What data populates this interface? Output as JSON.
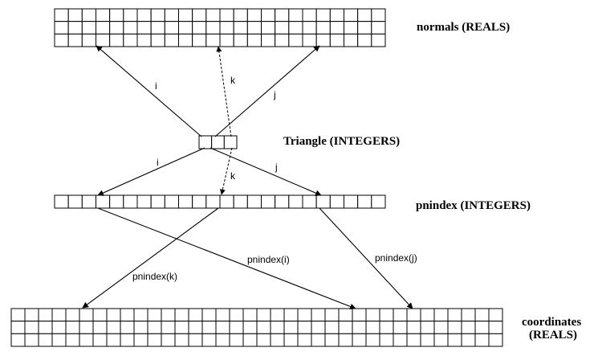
{
  "arrays": {
    "normals": {
      "label": "normals (REALS)",
      "rows": 3,
      "cols": 24
    },
    "triangle": {
      "label": "Triangle (INTEGERS)",
      "rows": 1,
      "cols": 3
    },
    "pnindex": {
      "label": "pnindex (INTEGERS)",
      "rows": 1,
      "cols": 24
    },
    "coordinates": {
      "label_line1": "coordinates",
      "label_line2": "(REALS)",
      "rows": 3,
      "cols": 36
    }
  },
  "edges": {
    "tri_to_normals_i": "i",
    "tri_to_normals_k": "k",
    "tri_to_normals_j": "j",
    "tri_to_pnindex_i": "i",
    "tri_to_pnindex_k": "k",
    "tri_to_pnindex_j": "j",
    "pnindex_k": "pnindex(k)",
    "pnindex_i": "pnindex(i)",
    "pnindex_j": "pnindex(j)"
  }
}
